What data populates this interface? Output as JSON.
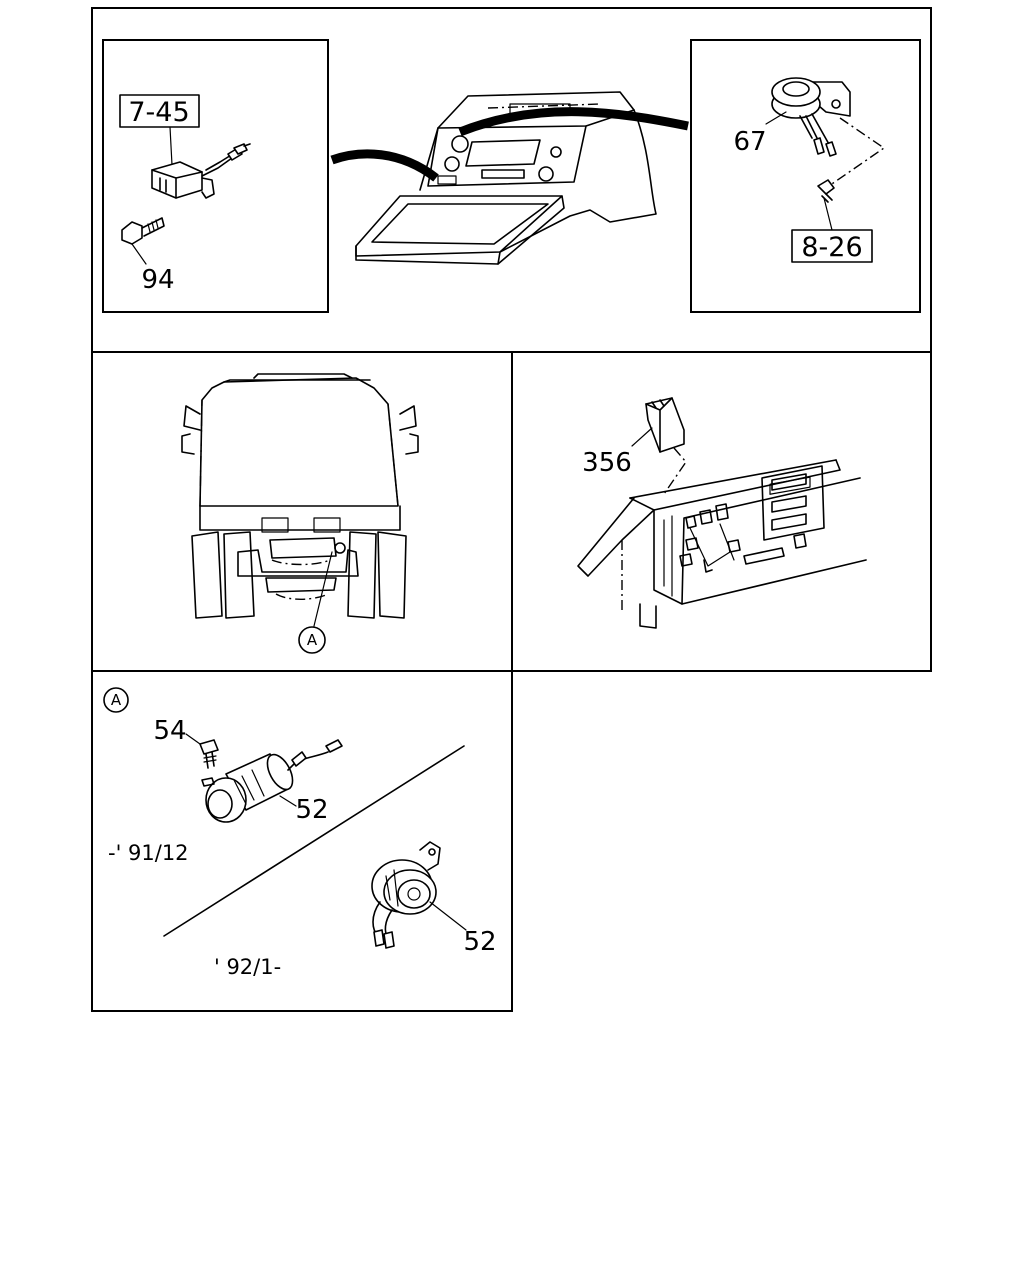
{
  "panels": {
    "cab_overview": {
      "ref_box_left": "7-45",
      "part_left_bolt": "94",
      "part_right_buzzer": "67",
      "ref_box_right": "8-26"
    },
    "truck_rear": {
      "detail_marker": "A"
    },
    "dash_relay": {
      "part_relay": "356"
    },
    "detail_a": {
      "detail_marker": "A",
      "part_screw": "54",
      "part_horn_early": "52",
      "date_early": "-' 91/12",
      "part_horn_late": "52",
      "date_late": "' 92/1-"
    }
  }
}
